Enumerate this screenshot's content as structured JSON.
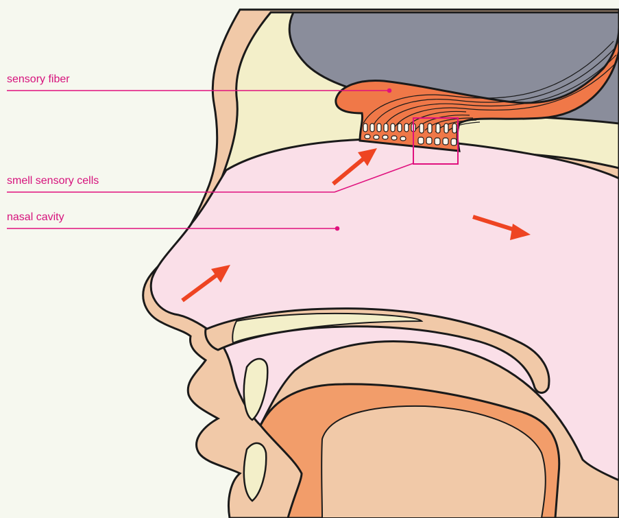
{
  "labels": {
    "sensory_fiber": "sensory fiber",
    "smell_sensory_cells": "smell sensory cells",
    "nasal_cavity": "nasal cavity"
  },
  "colors": {
    "background": "#f6f8ef",
    "bone": "#f1c9a8",
    "cartilage": "#f3efc9",
    "brain": "#8a8d9b",
    "cavity": "#fadfe8",
    "nerve": "#f07848",
    "tongue": "#f29d6a",
    "arrow": "#ee4422",
    "leader": "#e0117e",
    "outline": "#1a1a1a"
  }
}
